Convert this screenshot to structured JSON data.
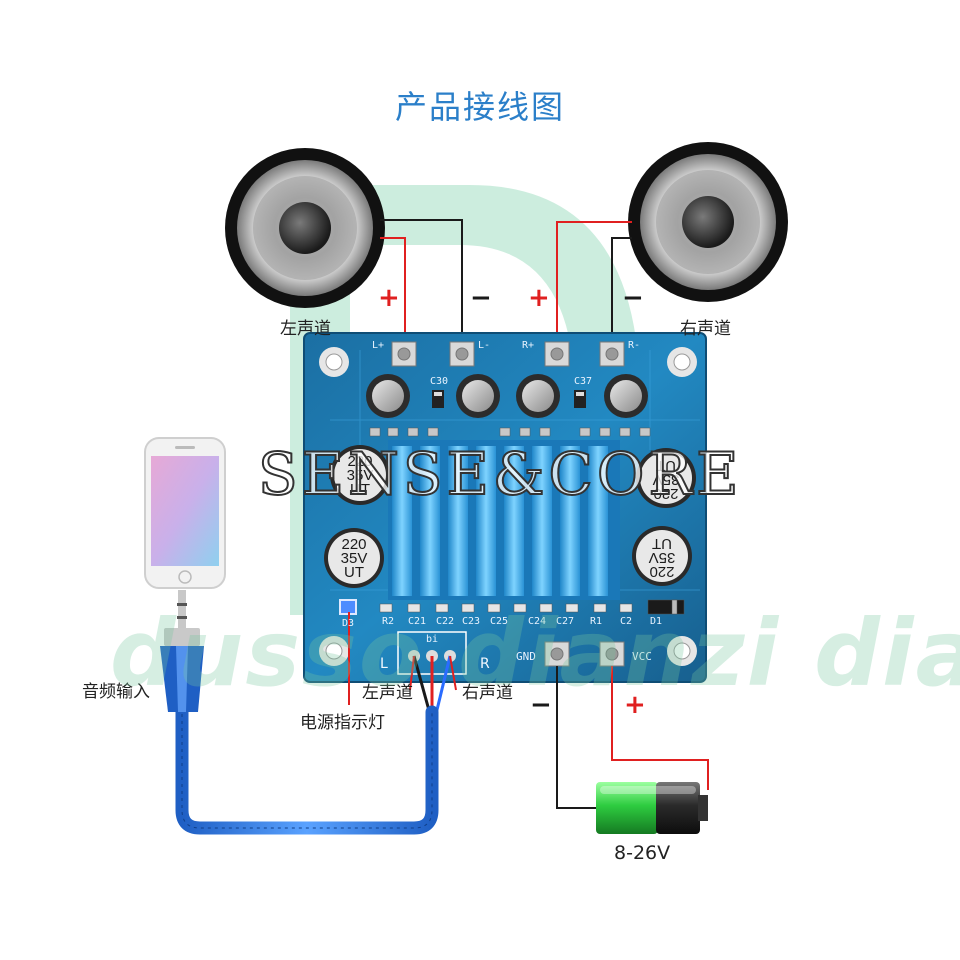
{
  "title": "产品接线图",
  "speakers": {
    "left_label": "左声道",
    "right_label": "右声道"
  },
  "polarity": {
    "plus": "+",
    "minus": "−"
  },
  "board": {
    "terminals": [
      "L+",
      "L-",
      "R+",
      "R-"
    ],
    "power_terminals": [
      "GND",
      "VCC"
    ],
    "components": [
      "R2",
      "C21",
      "C22",
      "C23",
      "C25",
      "C24",
      "C27",
      "R1",
      "C2",
      "D1",
      "D3",
      "C30",
      "C37"
    ],
    "audio_in_label": "bi",
    "channel_marks": [
      "L",
      "R"
    ],
    "capacitor_marking": [
      "220",
      "35V",
      "UT"
    ]
  },
  "labels": {
    "audio_input": "音频输入",
    "left_channel": "左声道",
    "right_channel": "右声道",
    "power_indicator": "电源指示灯",
    "voltage": "8-26V"
  },
  "watermarks": [
    "SENSE&CORE",
    "dusso dianzi dian"
  ],
  "colors": {
    "title": "#2b7fc9",
    "wire_red": "#e02020",
    "wire_black": "#1a1a1a",
    "board": "#1e7bb0",
    "heatsink": "#39a9e8",
    "battery_green": "#2ecc40"
  }
}
